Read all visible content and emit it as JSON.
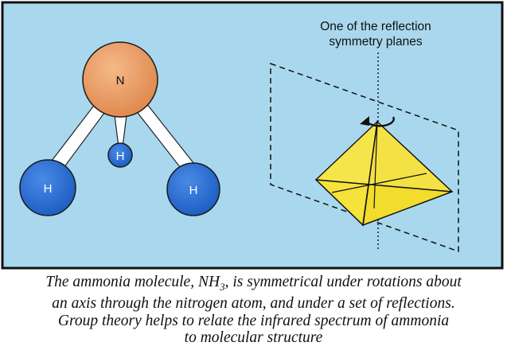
{
  "figure": {
    "background_color": "#a9d8ee",
    "nitrogen_color": "#e8955c",
    "hydrogen_color": "#2a6bd0",
    "pyramid_color": "#f5e23a",
    "molecule": {
      "nitrogen_label": "N",
      "hydrogen_label_top": "H",
      "hydrogen_label_left": "H",
      "hydrogen_label_right": "H"
    },
    "symmetry": {
      "plane_label_line1": "One of the reflection",
      "plane_label_line2": "symmetry planes"
    }
  },
  "caption": {
    "line1": "The ammonia molecule, NH",
    "line1_sub": "3",
    "line1_end": ", is symmetrical under rotations about",
    "line2": "an axis through the nitrogen atom, and under a set of reflections.",
    "line3": "Group theory helps to relate the infrared spectrum of ammonia",
    "line4": "to molecular structure"
  }
}
